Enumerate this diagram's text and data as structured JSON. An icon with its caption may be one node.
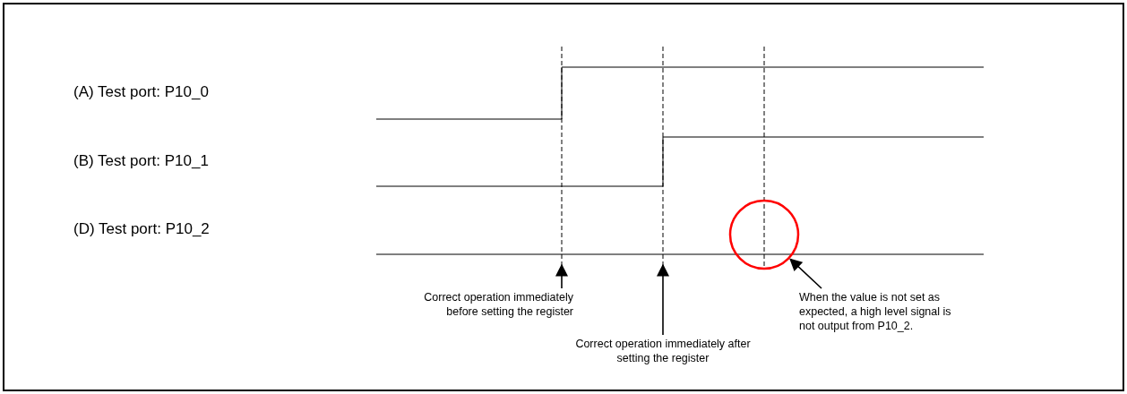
{
  "diagram": {
    "nodes": [
      {
        "text": [],
        "shape": "circle"
      },
      {
        "text": [
          "Correct operation immediately before setting the register"
        ]
      },
      {
        "text": [
          "Correct operation immediately after setting the register"
        ]
      },
      {
        "text": [
          "When the value is not set as expected, a high level signal is not output from P10_2."
        ]
      }
    ],
    "edges": [
      {
        "from": 1,
        "to": null,
        "arrow": "to"
      },
      {
        "from": 2,
        "to": null,
        "arrow": "to"
      },
      {
        "from": 3,
        "to": 0,
        "arrow": "to"
      }
    ],
    "labels": [
      "(A) Test port: P10_0",
      "(B) Test port: P10_1",
      "(D) Test port: P10_2"
    ]
  }
}
